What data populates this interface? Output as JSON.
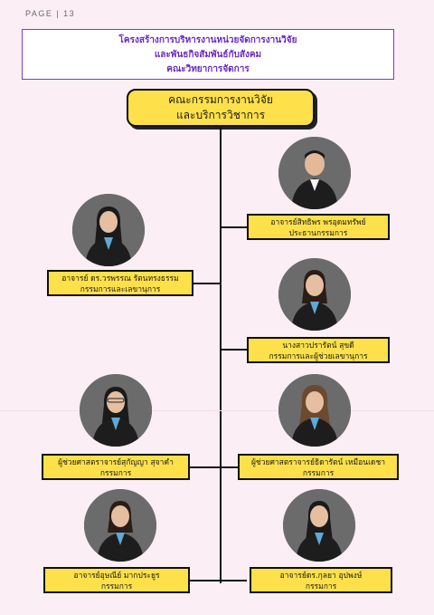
{
  "page": {
    "label": "PAGE | 13"
  },
  "title": {
    "line1": "โครงสร้างการบริหารงานหน่วยจัดการงานวิจัย",
    "line2": "และพันธกิจสัมพันธ์กับสังคม",
    "line3": "คณะวิทยาการจัดการ"
  },
  "committee": {
    "line1": "คณะกรรมการงานวิจัย",
    "line2": "และบริการวิชาการ"
  },
  "members": [
    {
      "name": "อาจารย์สิทธิพร พรอุดมทรัพย์",
      "role": "ประธานกรรมการ"
    },
    {
      "name": "อาจารย์ ดร.วรพรรณ รัตนทรงธรรม",
      "role": "กรรมการและเลขานุการ"
    },
    {
      "name": "นางสาวปรารัตน์ สุขดี",
      "role": "กรรมการและผู้ช่วยเลขานุการ"
    },
    {
      "name": "ผู้ช่วยศาสตราจารย์สุกัญญา สุจาคำ",
      "role": "กรรมการ"
    },
    {
      "name": "ผู้ช่วยศาสตราจารย์ธิดารัตน์ เหมือนเดชา",
      "role": "กรรมการ"
    },
    {
      "name": "อาจารย์อุษณีย์ มากประยูร",
      "role": "กรรมการ"
    },
    {
      "name": "อาจารย์ดร.กุลยา อุปพงษ์",
      "role": "กรรมการ"
    }
  ],
  "colors": {
    "background": "#fbeef5",
    "card": "#fde04a",
    "title_text": "#6a2bc0",
    "title_border": "#7b3fbf"
  },
  "icons": {
    "portrait": "person-portrait-icon"
  }
}
